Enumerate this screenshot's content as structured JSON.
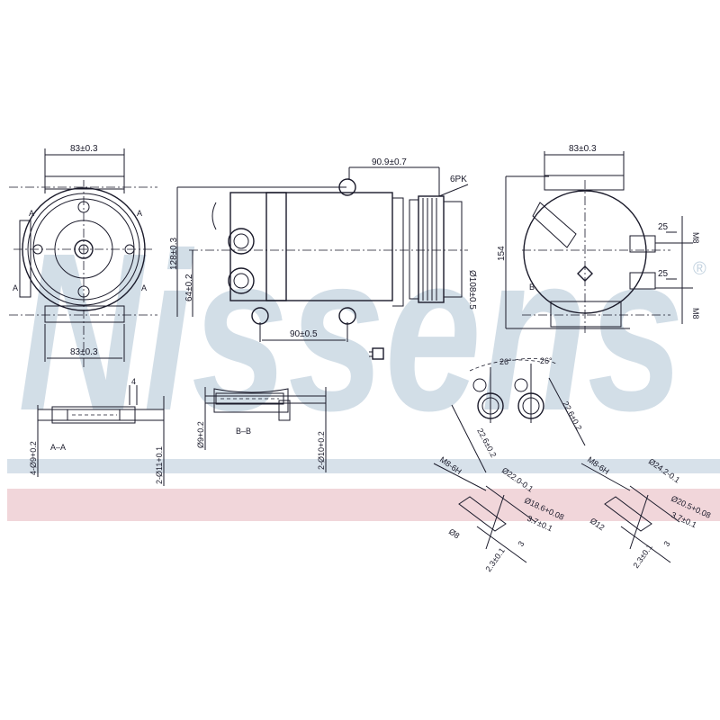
{
  "watermark": {
    "brand": "Nissens",
    "registered_mark": "®",
    "color": "#c4d3e0"
  },
  "bands": {
    "blue": "#d7e1ea",
    "pink": "#f1d6da"
  },
  "views": {
    "front": {
      "dim_top": "83±0.3",
      "dim_bottom": "83±0.3",
      "section_marks": [
        "A",
        "A",
        "A",
        "A"
      ]
    },
    "side": {
      "dim_top": "90.9±0.7",
      "belt": "6PK",
      "dim_height": "128±0.3",
      "dim_mount": "64±0.2",
      "dim_bottom": "90±0.5",
      "dim_pulley": "Ø108±0.5"
    },
    "rear": {
      "dim_top": "83±0.3",
      "dim_height": "154",
      "port_upper_len": "25",
      "port_lower_len": "25",
      "thread_upper": "M8",
      "thread_lower": "M8",
      "section_mark": "B"
    },
    "section_aa": {
      "title": "A–A",
      "dim_width": "4",
      "dim_left": "4-Ø9+0.2",
      "dim_right": "2-Ø11+0.1"
    },
    "section_bb": {
      "title": "B–B",
      "dim_left": "Ø9+0.2",
      "dim_right": "2-Ø10+0.2"
    },
    "ports": {
      "angle_left": "26°",
      "angle_right": "26°",
      "dim_right": "22.6±0.2",
      "dim_left": "22.6±0.2"
    },
    "fitting_left": {
      "thread": "M8-6H",
      "d1": "Ø22.0-0.1",
      "d2": "Ø18.6+0.08",
      "len1": "3.7±0.1",
      "d3": "Ø8",
      "len2": "2.3±0.1",
      "len3": "3"
    },
    "fitting_right": {
      "thread": "M8-6H",
      "d1": "Ø24.2-0.1",
      "d2": "Ø20.5+0.08",
      "len1": "3.7±0.1",
      "d3": "Ø12",
      "len2": "2.3±0.1",
      "len3": "3"
    },
    "connector_icon": "electrical-connector"
  }
}
